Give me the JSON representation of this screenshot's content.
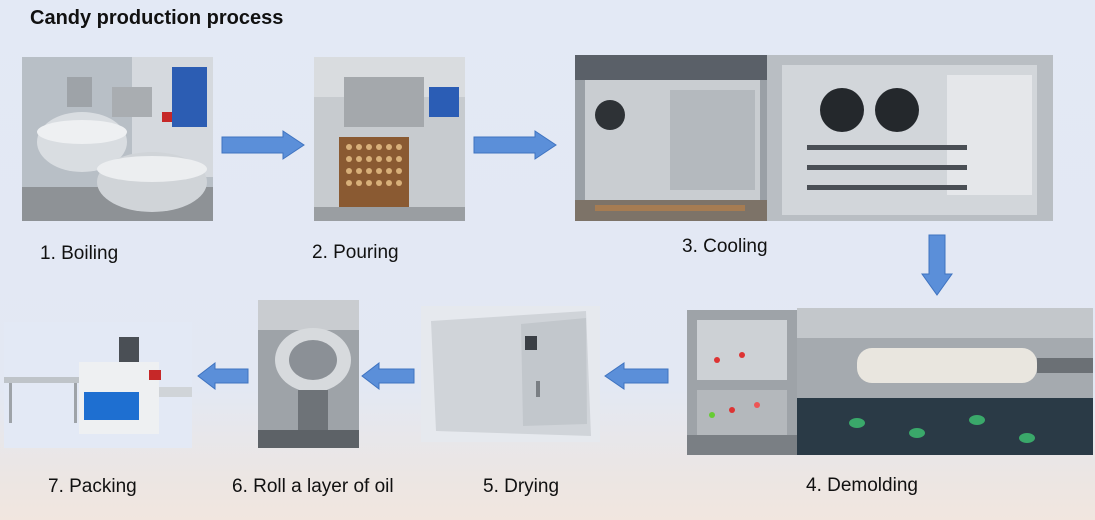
{
  "title": "Candy production process",
  "steps": [
    {
      "label": "1. Boiling"
    },
    {
      "label": "2. Pouring"
    },
    {
      "label": "3. Cooling"
    },
    {
      "label": "4. Demolding"
    },
    {
      "label": "5. Drying"
    },
    {
      "label": "6. Roll a layer of oil"
    },
    {
      "label": "7. Packing"
    }
  ],
  "colors": {
    "arrow_fill": "#5b8fd9",
    "arrow_stroke": "#3f73c0"
  }
}
